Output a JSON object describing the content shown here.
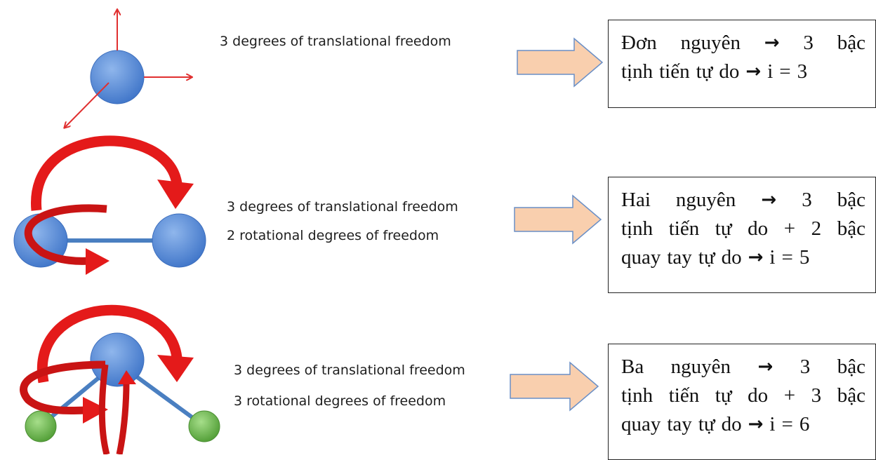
{
  "rows": [
    {
      "labels": [
        "3 degrees of translational freedom"
      ],
      "box_lines": [
        [
          "Đơn",
          "nguyên",
          "→",
          "3",
          "bậc"
        ],
        [
          "tịnh",
          "tiến",
          "tự",
          "do",
          "→",
          "i",
          "=",
          "3"
        ]
      ]
    },
    {
      "labels": [
        "3 degrees of translational freedom",
        "2 rotational degrees of freedom"
      ],
      "box_lines": [
        [
          "Hai",
          "nguyên",
          "→",
          "3",
          "bậc"
        ],
        [
          "tịnh",
          "tiến",
          "tự",
          "do",
          "+",
          "2",
          "bậc"
        ],
        [
          "quay",
          "tay",
          "tự",
          "do",
          "→",
          "i",
          "=",
          "5"
        ]
      ]
    },
    {
      "labels": [
        "3 degrees of translational freedom",
        "3 rotational degrees of freedom"
      ],
      "box_lines": [
        [
          "Ba",
          "nguyên",
          "→",
          "3",
          "bậc"
        ],
        [
          "tịnh",
          "tiến",
          "tự",
          "do",
          "+",
          "3",
          "bậc"
        ],
        [
          "quay",
          "tay",
          "tự",
          "do",
          "→",
          "i",
          "=",
          "6"
        ]
      ]
    }
  ],
  "colors": {
    "atom_blue": "#5b8fd9",
    "atom_green": "#6cbf4c",
    "bond": "#4a7fc1",
    "rotation_arrow": "#e41a1a",
    "translation_arrow": "#e03030",
    "block_arrow_fill": "#f9cfae",
    "block_arrow_stroke": "#6a8fc6"
  }
}
